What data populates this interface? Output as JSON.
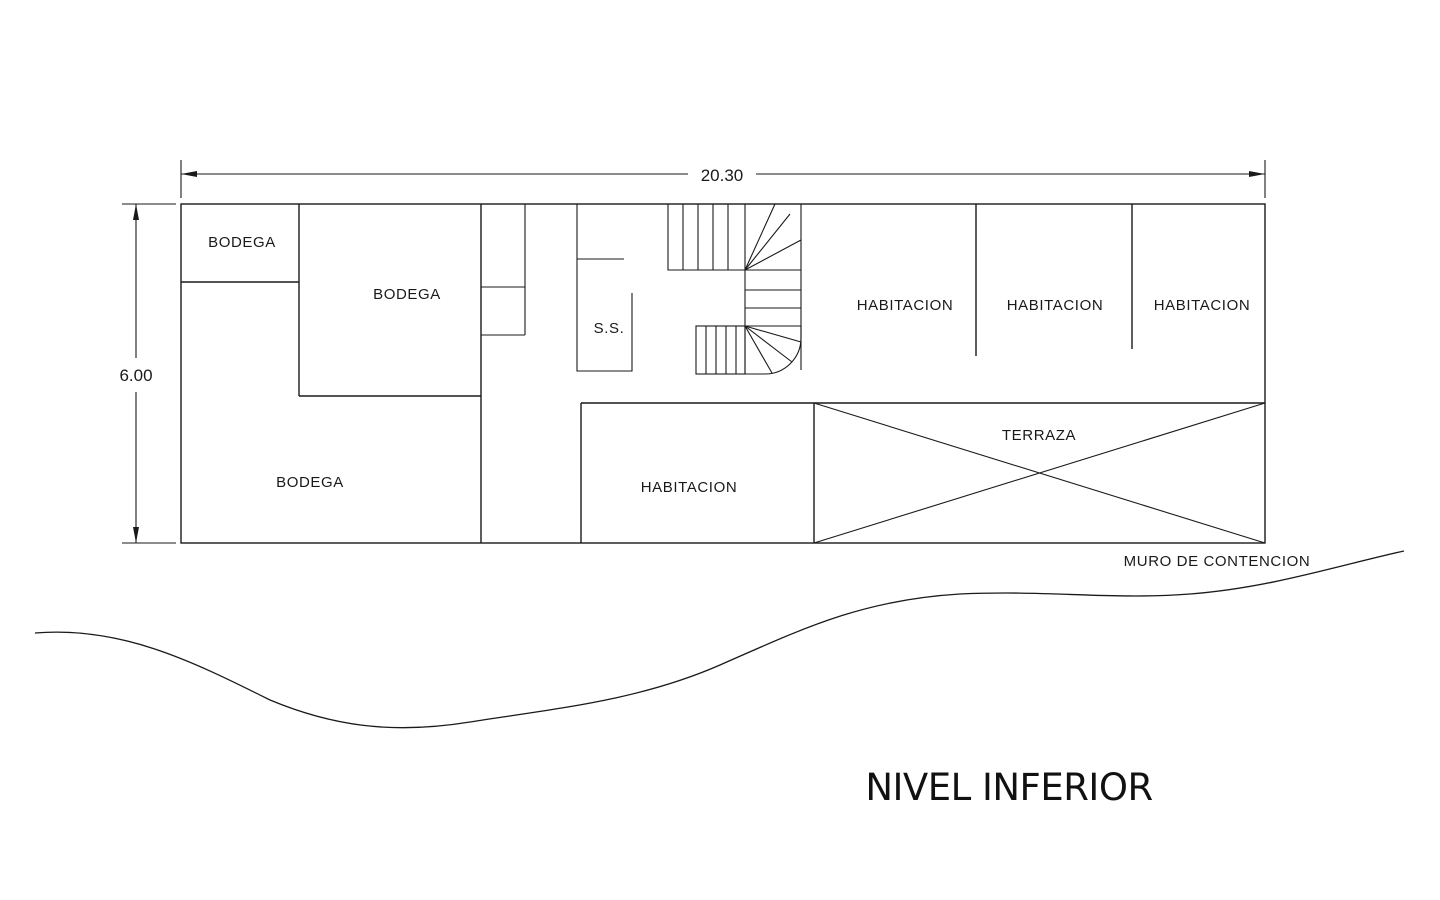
{
  "dimensions": {
    "width_label": "20.30",
    "height_label": "6.00"
  },
  "rooms": {
    "bodega_small": "BODEGA",
    "bodega_middle": "BODEGA",
    "bodega_large": "BODEGA",
    "bathroom": "S.S.",
    "habitacion_1": "HABITACION",
    "habitacion_2": "HABITACION",
    "habitacion_3": "HABITACION",
    "habitacion_lower": "HABITACION",
    "terraza": "TERRAZA"
  },
  "annotations": {
    "retaining_wall": "MURO DE CONTENCION"
  },
  "title": "NIVEL INFERIOR"
}
